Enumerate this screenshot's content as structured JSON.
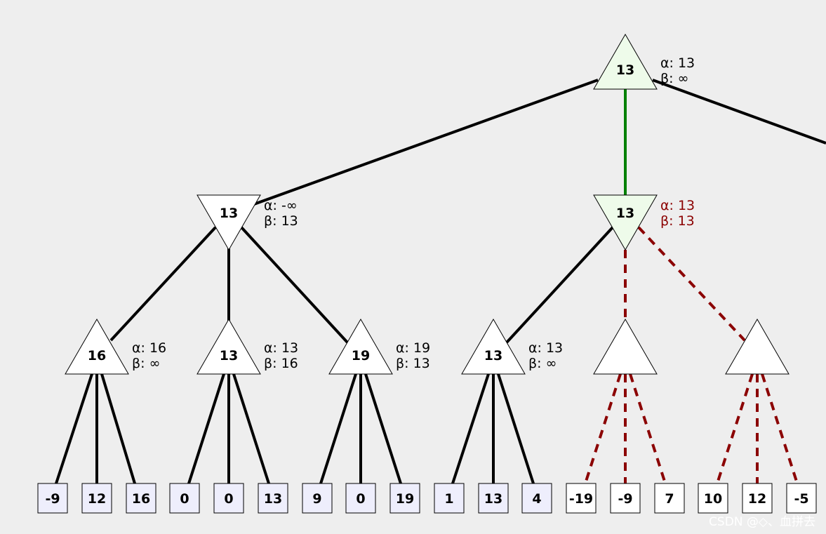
{
  "colors": {
    "background": "#eeeeee",
    "edge_normal": "#000000",
    "edge_selected": "#008000",
    "edge_pruned": "#8b0000",
    "node_default_fill": "#ffffff",
    "node_selected_fill": "#eefbea",
    "leaf_evaluated_fill": "#eeeefc",
    "leaf_pruned_fill": "#ffffff",
    "label_normal": "#000000",
    "label_pruned": "#8b0000"
  },
  "nodes": {
    "root": {
      "value": "13",
      "alpha": "α: 13",
      "beta": "β: ∞"
    },
    "min_left": {
      "value": "13",
      "alpha": "α: -∞",
      "beta": "β: 13"
    },
    "min_mid": {
      "value": "13",
      "alpha": "α: 13",
      "beta": "β: 13"
    },
    "max_1": {
      "value": "16",
      "alpha": "α: 16",
      "beta": "β: ∞"
    },
    "max_2": {
      "value": "13",
      "alpha": "α: 13",
      "beta": "β: 16"
    },
    "max_3": {
      "value": "19",
      "alpha": "α: 19",
      "beta": "β: 13"
    },
    "max_4": {
      "value": "13",
      "alpha": "α: 13",
      "beta": "β: ∞"
    },
    "max_5": {
      "value": "",
      "alpha": "",
      "beta": ""
    },
    "max_6": {
      "value": "",
      "alpha": "",
      "beta": ""
    }
  },
  "leaves": [
    "-9",
    "12",
    "16",
    "0",
    "0",
    "13",
    "9",
    "0",
    "19",
    "1",
    "13",
    "4",
    "-19",
    "-9",
    "7",
    "10",
    "12",
    "-5"
  ],
  "watermark": "CSDN @◇、血拼去"
}
